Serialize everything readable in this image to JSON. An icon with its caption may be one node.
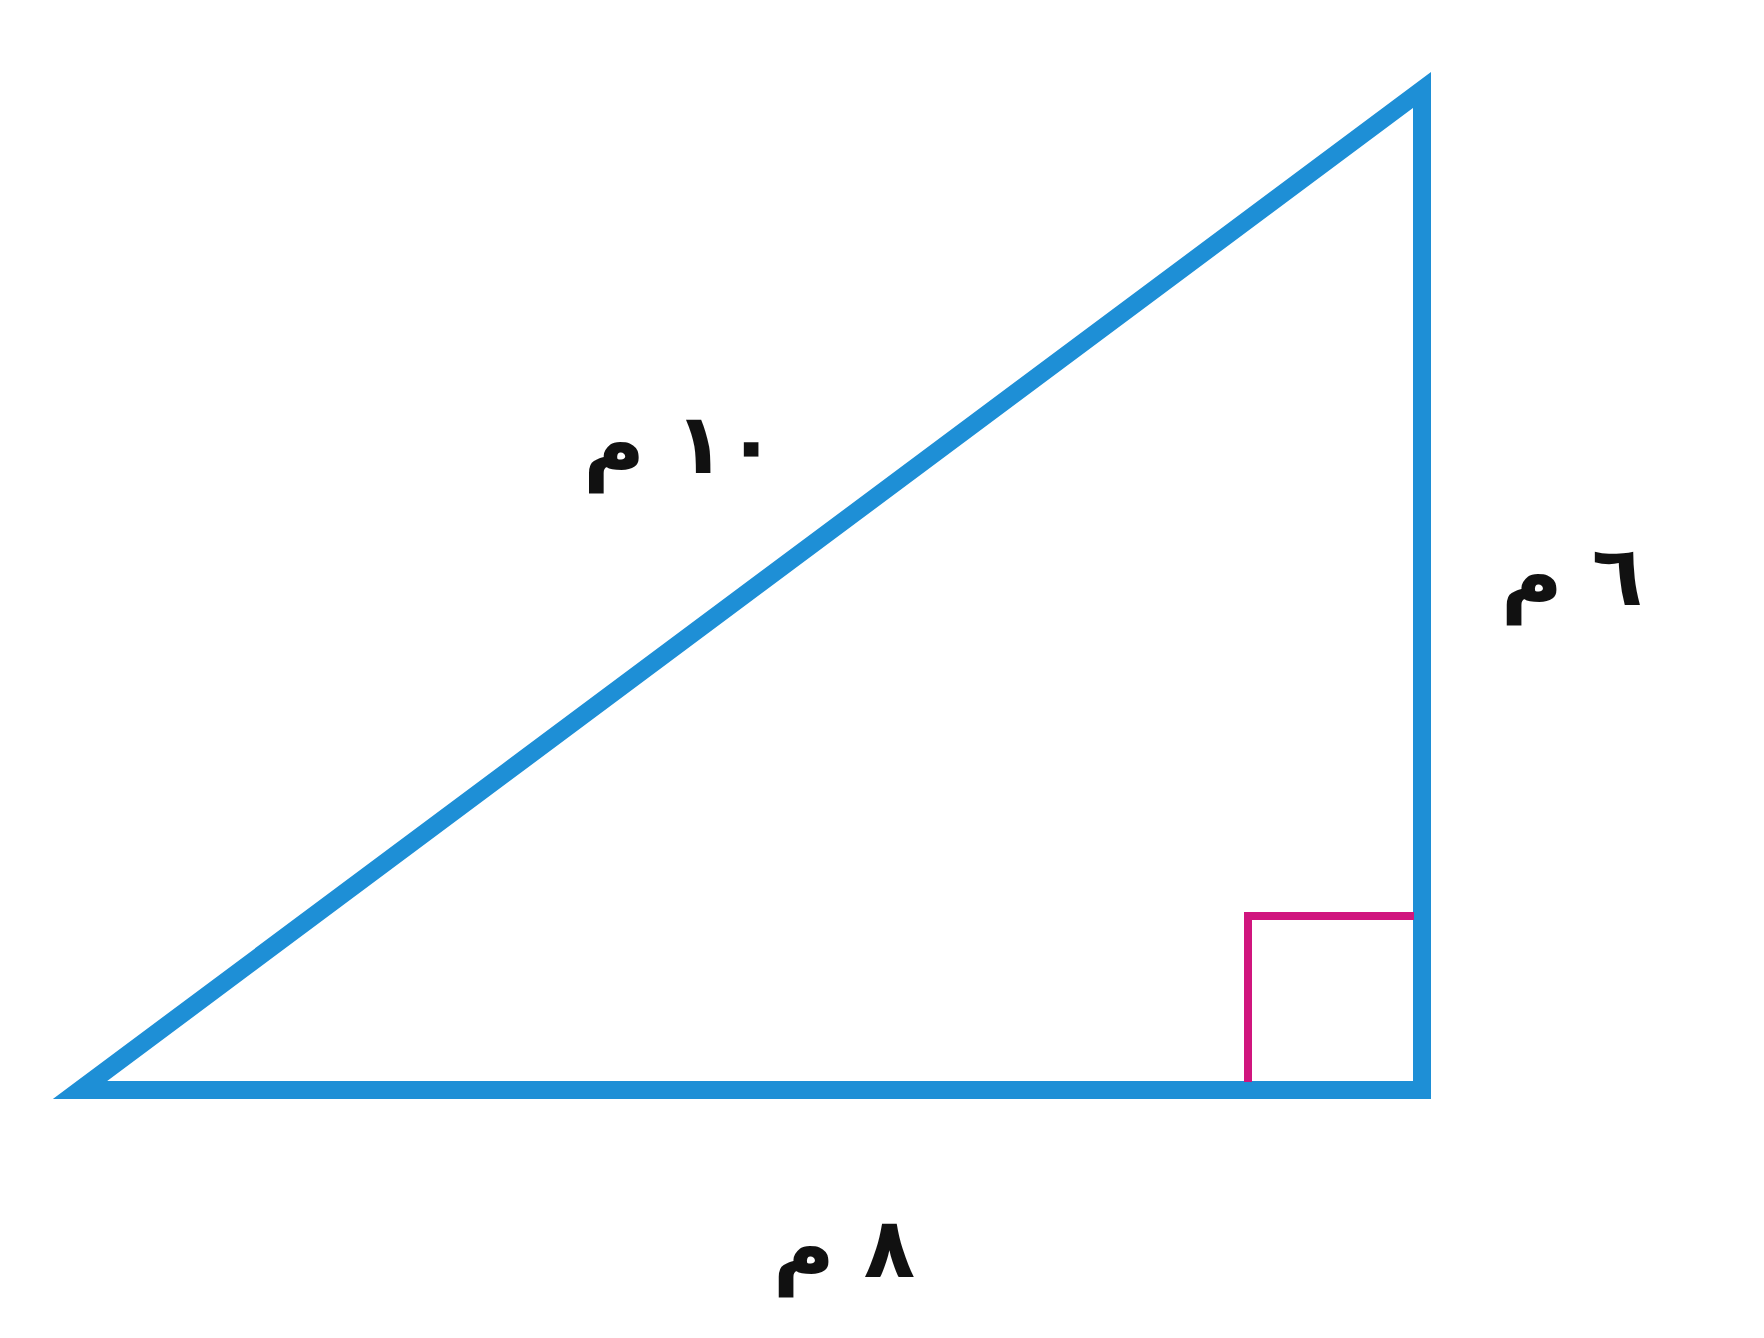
{
  "diagram": {
    "labels": [
      "١٠ م",
      "٦ م",
      "٨ م"
    ]
  }
}
